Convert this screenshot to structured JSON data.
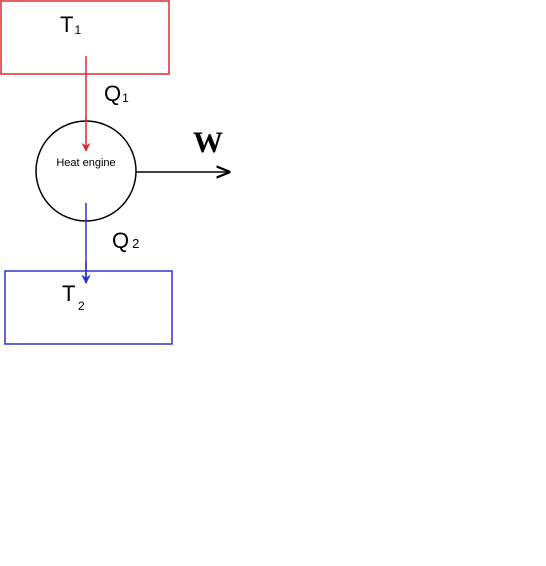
{
  "diagram": {
    "hot_reservoir": {
      "symbol": "T",
      "subscript": "1",
      "border_color": "#e0282f"
    },
    "cold_reservoir": {
      "symbol": "T",
      "subscript": "2",
      "border_color": "#2b35c9"
    },
    "heat_in": {
      "symbol": "Q",
      "subscript": "1",
      "color": "#e0282f"
    },
    "heat_out": {
      "symbol": "Q",
      "subscript": "2",
      "color": "#2b35c9"
    },
    "engine": {
      "label": "Heat engine"
    },
    "work": {
      "label": "W",
      "color": "#000000"
    }
  }
}
